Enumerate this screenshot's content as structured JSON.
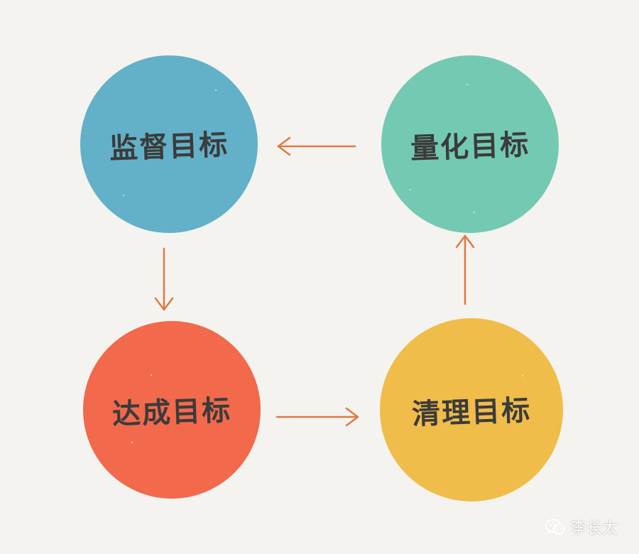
{
  "nodes": {
    "monitor": {
      "label": "监督目标",
      "color": "#63b0c9"
    },
    "quantify": {
      "label": "量化目标",
      "color": "#73c9b2"
    },
    "achieve": {
      "label": "达成目标",
      "color": "#f26a4b"
    },
    "clear": {
      "label": "清理目标",
      "color": "#f0bd4b"
    }
  },
  "arrow_color": "#e07a44",
  "watermark": {
    "icon": "wechat-icon",
    "text": "李长太"
  }
}
